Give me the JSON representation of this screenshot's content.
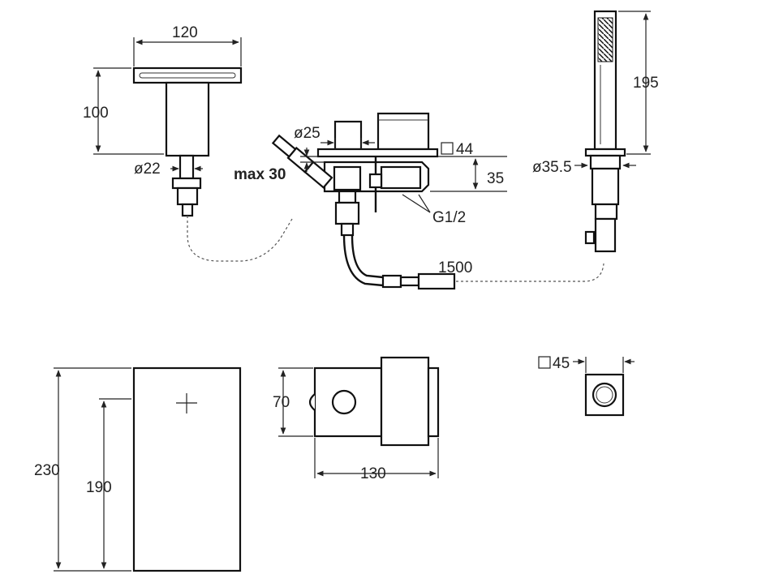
{
  "dimensions": {
    "spout_width": "120",
    "spout_height": "100",
    "spout_pipe": "ø22",
    "valve_dia": "ø25",
    "valve_square": "44",
    "max_thickness": "max 30",
    "valve_height": "35",
    "thread": "G1/2",
    "hose_length": "1500",
    "shower_height": "195",
    "shower_dia": "ø35.5",
    "plate_height": "230",
    "plate_inner": "190",
    "handle_height": "70",
    "handle_length": "130",
    "rosette_square": "45"
  }
}
